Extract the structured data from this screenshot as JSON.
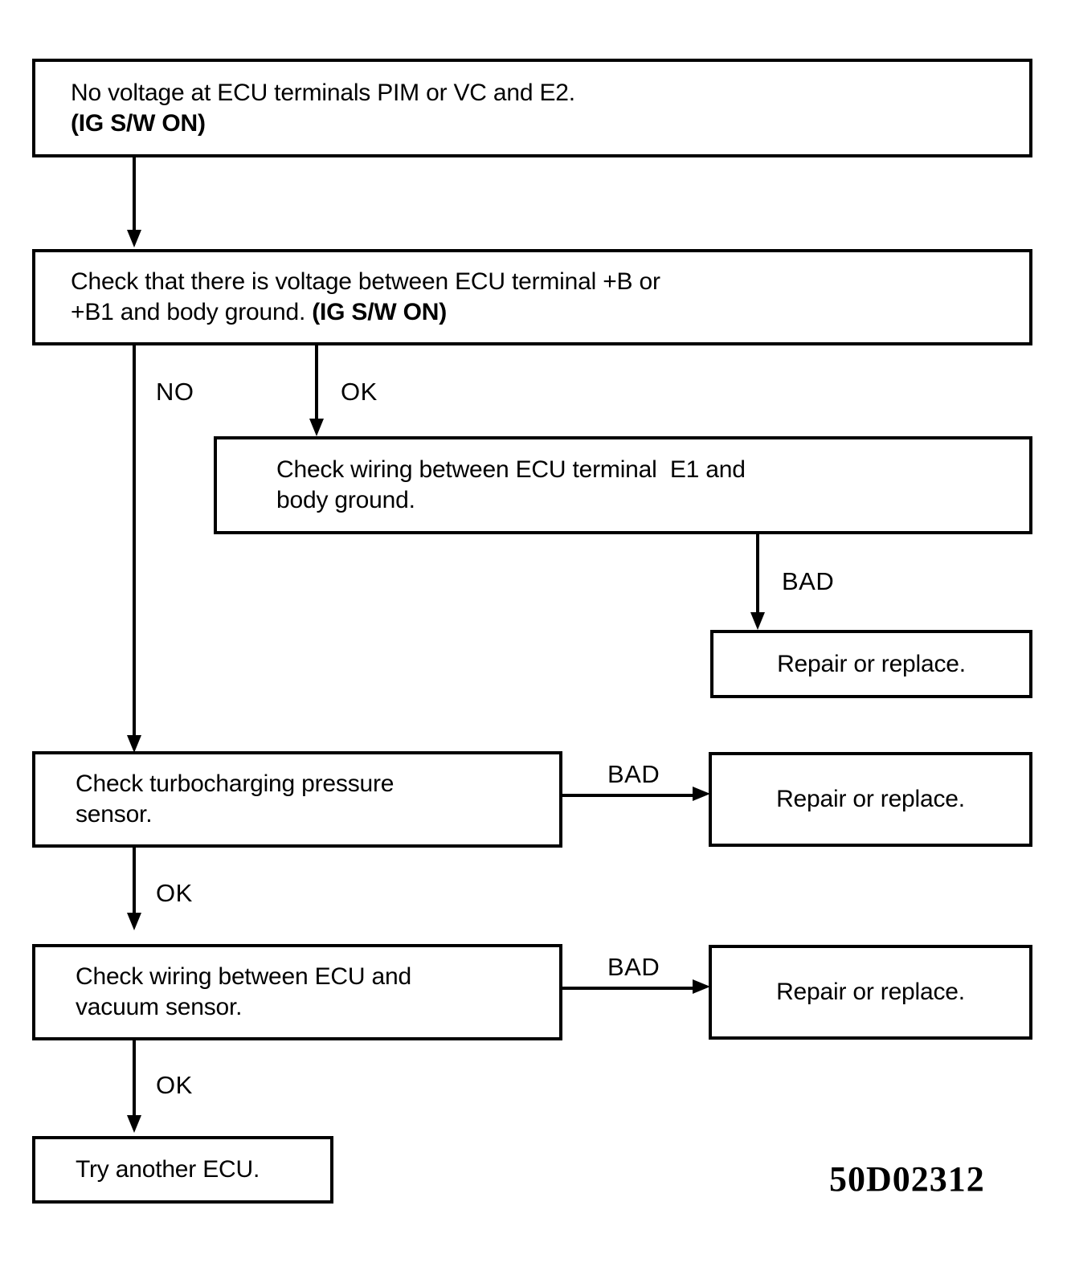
{
  "diagram": {
    "type": "troubleshooting-flowchart",
    "figure_code": "50D02312",
    "nodes": {
      "start": {
        "line1": "No voltage at ECU terminals PIM or VC and E2.",
        "line2": "(IG S/W ON)"
      },
      "check_b_voltage": {
        "line1": "Check that there is voltage between ECU terminal +B or",
        "line2_plain": "+B1 and body ground. ",
        "line2_bold": "(IG S/W ON)"
      },
      "check_e1_wiring": {
        "line1": "Check wiring between ECU terminal  E1 and",
        "line2": "body ground."
      },
      "repair_e1": {
        "line1": "Repair or replace."
      },
      "check_turbo_sensor": {
        "line1": "Check turbocharging pressure",
        "line2": "sensor."
      },
      "repair_turbo": {
        "line1": "Repair or replace."
      },
      "check_vacuum_wiring": {
        "line1": "Check wiring between ECU and",
        "line2": "vacuum sensor."
      },
      "repair_vacuum": {
        "line1": "Repair or replace."
      },
      "try_another_ecu": {
        "line1": "Try another ECU."
      }
    },
    "edge_labels": {
      "no": "NO",
      "ok_1": "OK",
      "bad_1": "BAD",
      "bad_2": "BAD",
      "ok_2": "OK",
      "bad_3": "BAD",
      "ok_3": "OK"
    },
    "colors": {
      "stroke": "#000000",
      "fill": "#ffffff",
      "text": "#000000"
    }
  }
}
